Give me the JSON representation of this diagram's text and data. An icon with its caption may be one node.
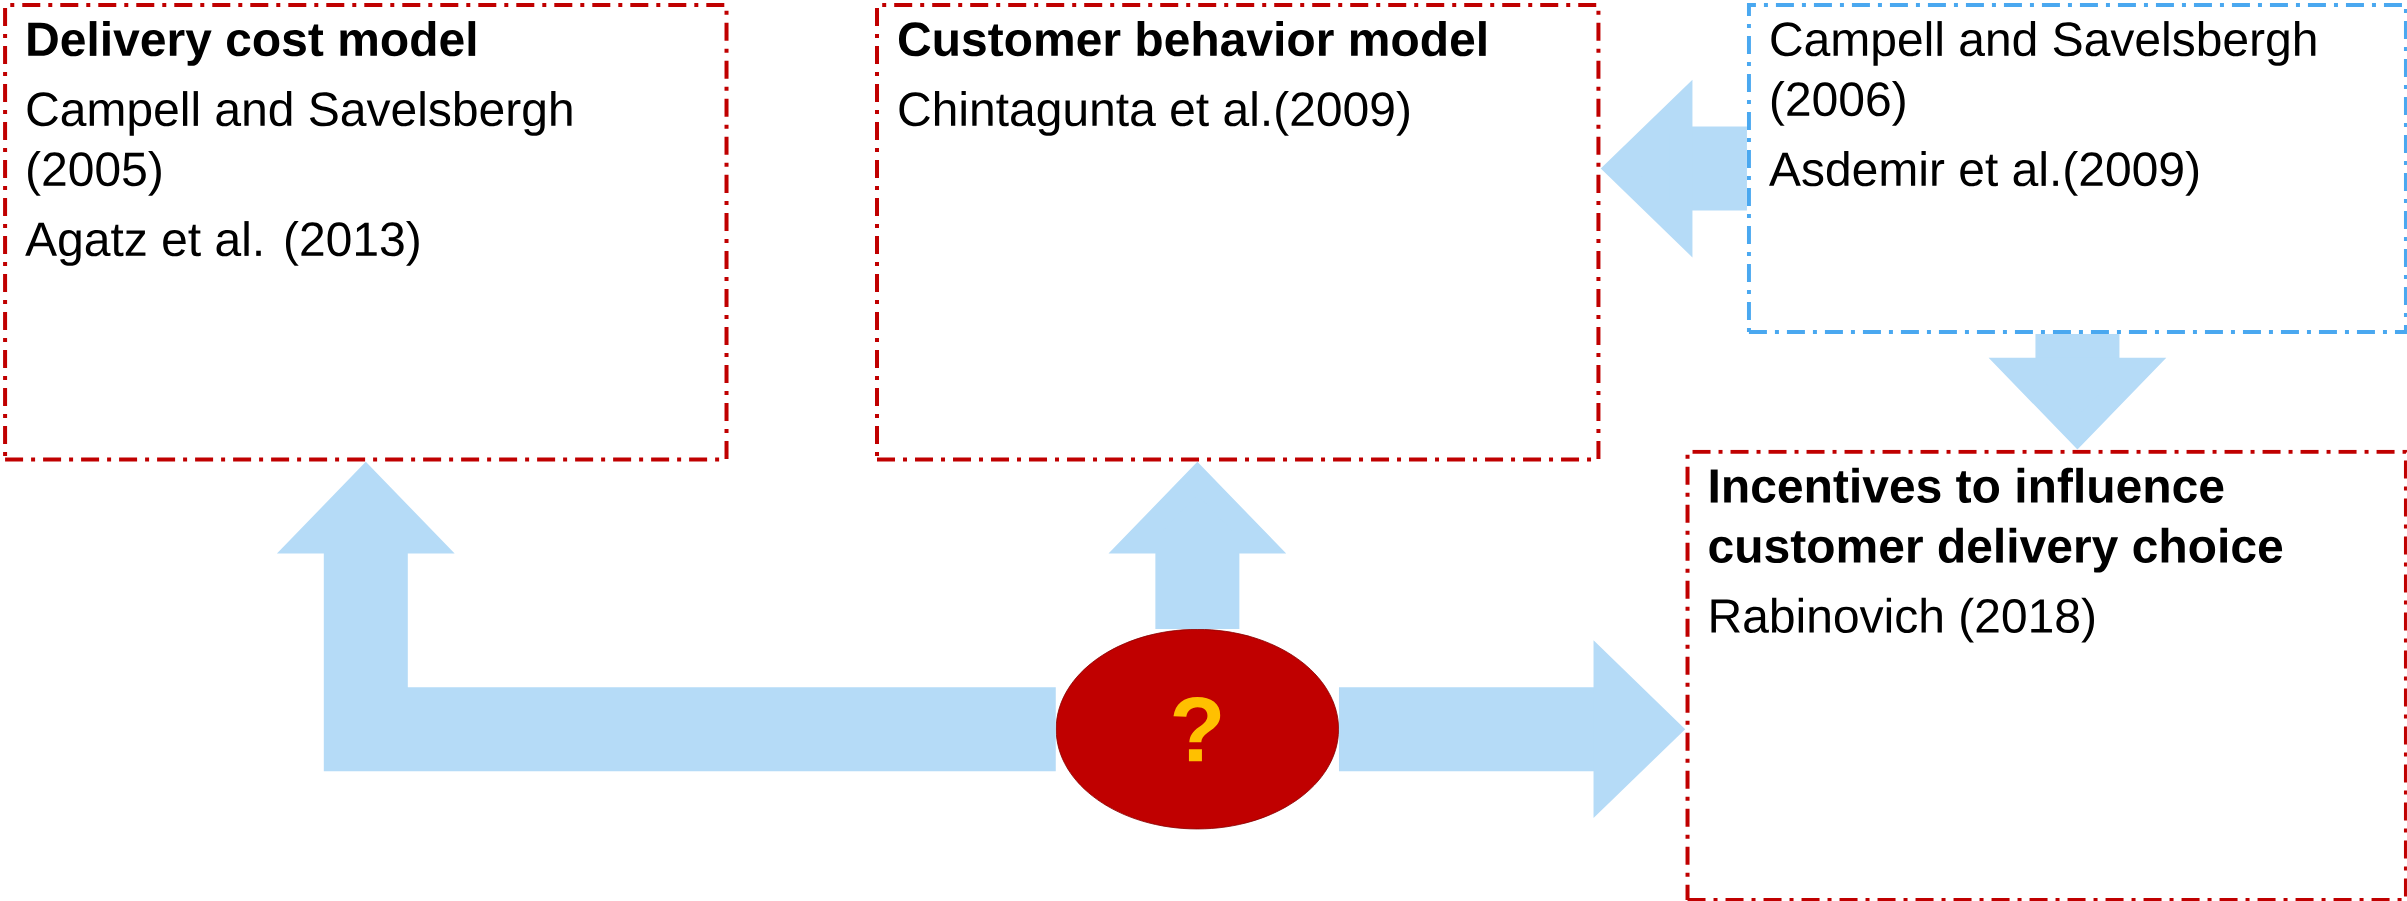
{
  "diagram": {
    "nodes": [
      {
        "text": [
          "Delivery cost model",
          "Campell and Savelsbergh (2005)",
          "Agatz et al. (2013)"
        ]
      },
      {
        "text": [
          "Customer behavior model",
          "Chintagunta et al.(2009)"
        ]
      },
      {
        "text": [
          "Campell and Savelsbergh (2006)",
          "Asdemir et al.(2009)"
        ]
      },
      {
        "text": [
          "Incentives to influence customer delivery choice",
          "Rabinovich (2018)"
        ]
      },
      {
        "text": [
          "?"
        ]
      }
    ],
    "edges": [
      {
        "from": 4,
        "to": 0,
        "arrow": "to"
      },
      {
        "from": 4,
        "to": 1,
        "arrow": "to"
      },
      {
        "from": 4,
        "to": 3,
        "arrow": "to"
      },
      {
        "from": 2,
        "to": 1,
        "arrow": "to"
      },
      {
        "from": 2,
        "to": 3,
        "arrow": "to"
      }
    ]
  }
}
